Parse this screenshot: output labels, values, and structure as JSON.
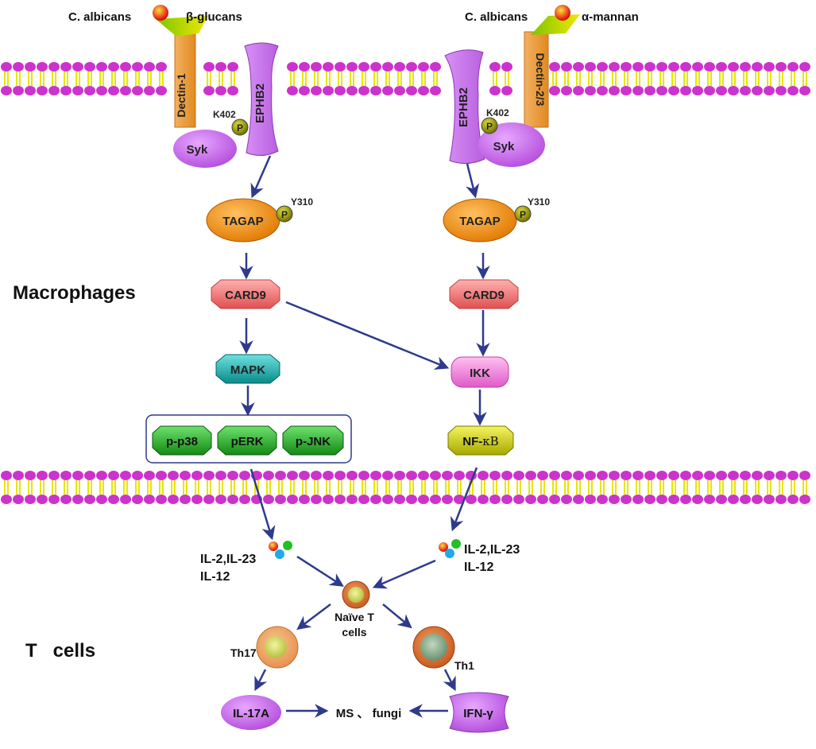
{
  "labels": {
    "macrophages": "Macrophages",
    "t_cells": "T   cells",
    "c_albicans_left": "C. albicans",
    "beta_glucans": "β-glucans",
    "c_albicans_right": "C. albicans",
    "alpha_mannan": "α-mannan",
    "dectin1": "Dectin-1",
    "dectin23": "Dectin-2/3",
    "ephb2": "EPHB2",
    "syk": "Syk",
    "k402": "K402",
    "p": "P",
    "tagap": "TAGAP",
    "y310": "Y310",
    "card9": "CARD9",
    "mapk": "MAPK",
    "ikk": "IKK",
    "p38": "p-p38",
    "perk": "pERK",
    "pjnk": "p-JNK",
    "nfkb_prefix": "NF-",
    "nfkb_kappa": "κB",
    "cytokines_line1": "IL-2,IL-23",
    "cytokines_line2": "IL-12",
    "naive_t_line1": "Naïve T",
    "naive_t_line2": "cells",
    "th17": "Th17",
    "th1": "Th1",
    "il17a": "IL-17A",
    "ifng": "IFN-γ",
    "ms_fungi": "MS 、 fungi"
  },
  "colors": {
    "lipid_head": "#cc33cc",
    "lipid_tail": "#e6e600",
    "arrow": "#2e3a8c",
    "tagap": "#ff8c00",
    "syk": "#cc66ee",
    "card9": "#f07070",
    "mapk": "#1aa6a6",
    "green_kinase": "#1f9e1f",
    "ikk": "#f07ad8",
    "nfkb": "#c8c800",
    "dectin": "#f0a040",
    "phospho": "#8a8a00"
  }
}
